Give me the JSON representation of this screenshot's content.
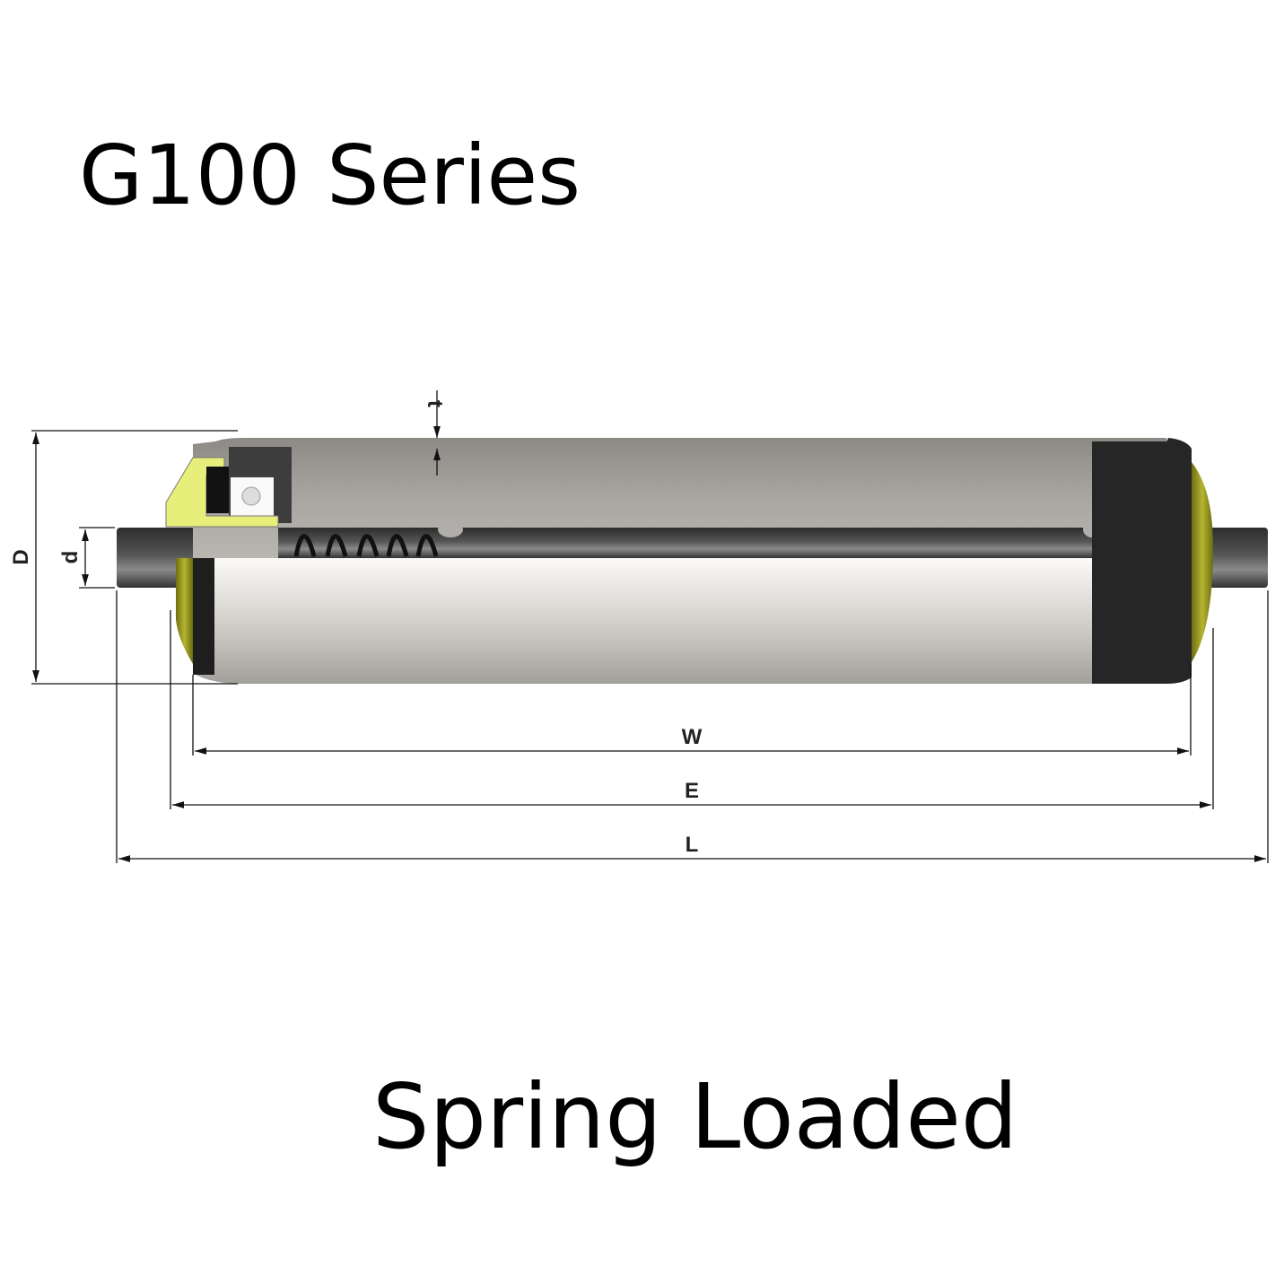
{
  "title": "G100 Series",
  "subtitle": "Spring Loaded",
  "dimensions": {
    "D": "D",
    "d": "d",
    "t": "t",
    "W": "W",
    "E": "E",
    "L": "L"
  },
  "colors": {
    "end_cap": "#d6d24a",
    "tube": "#b5b2ad",
    "shaft": "#3a3a3a",
    "bearing_housing": "#222222"
  }
}
